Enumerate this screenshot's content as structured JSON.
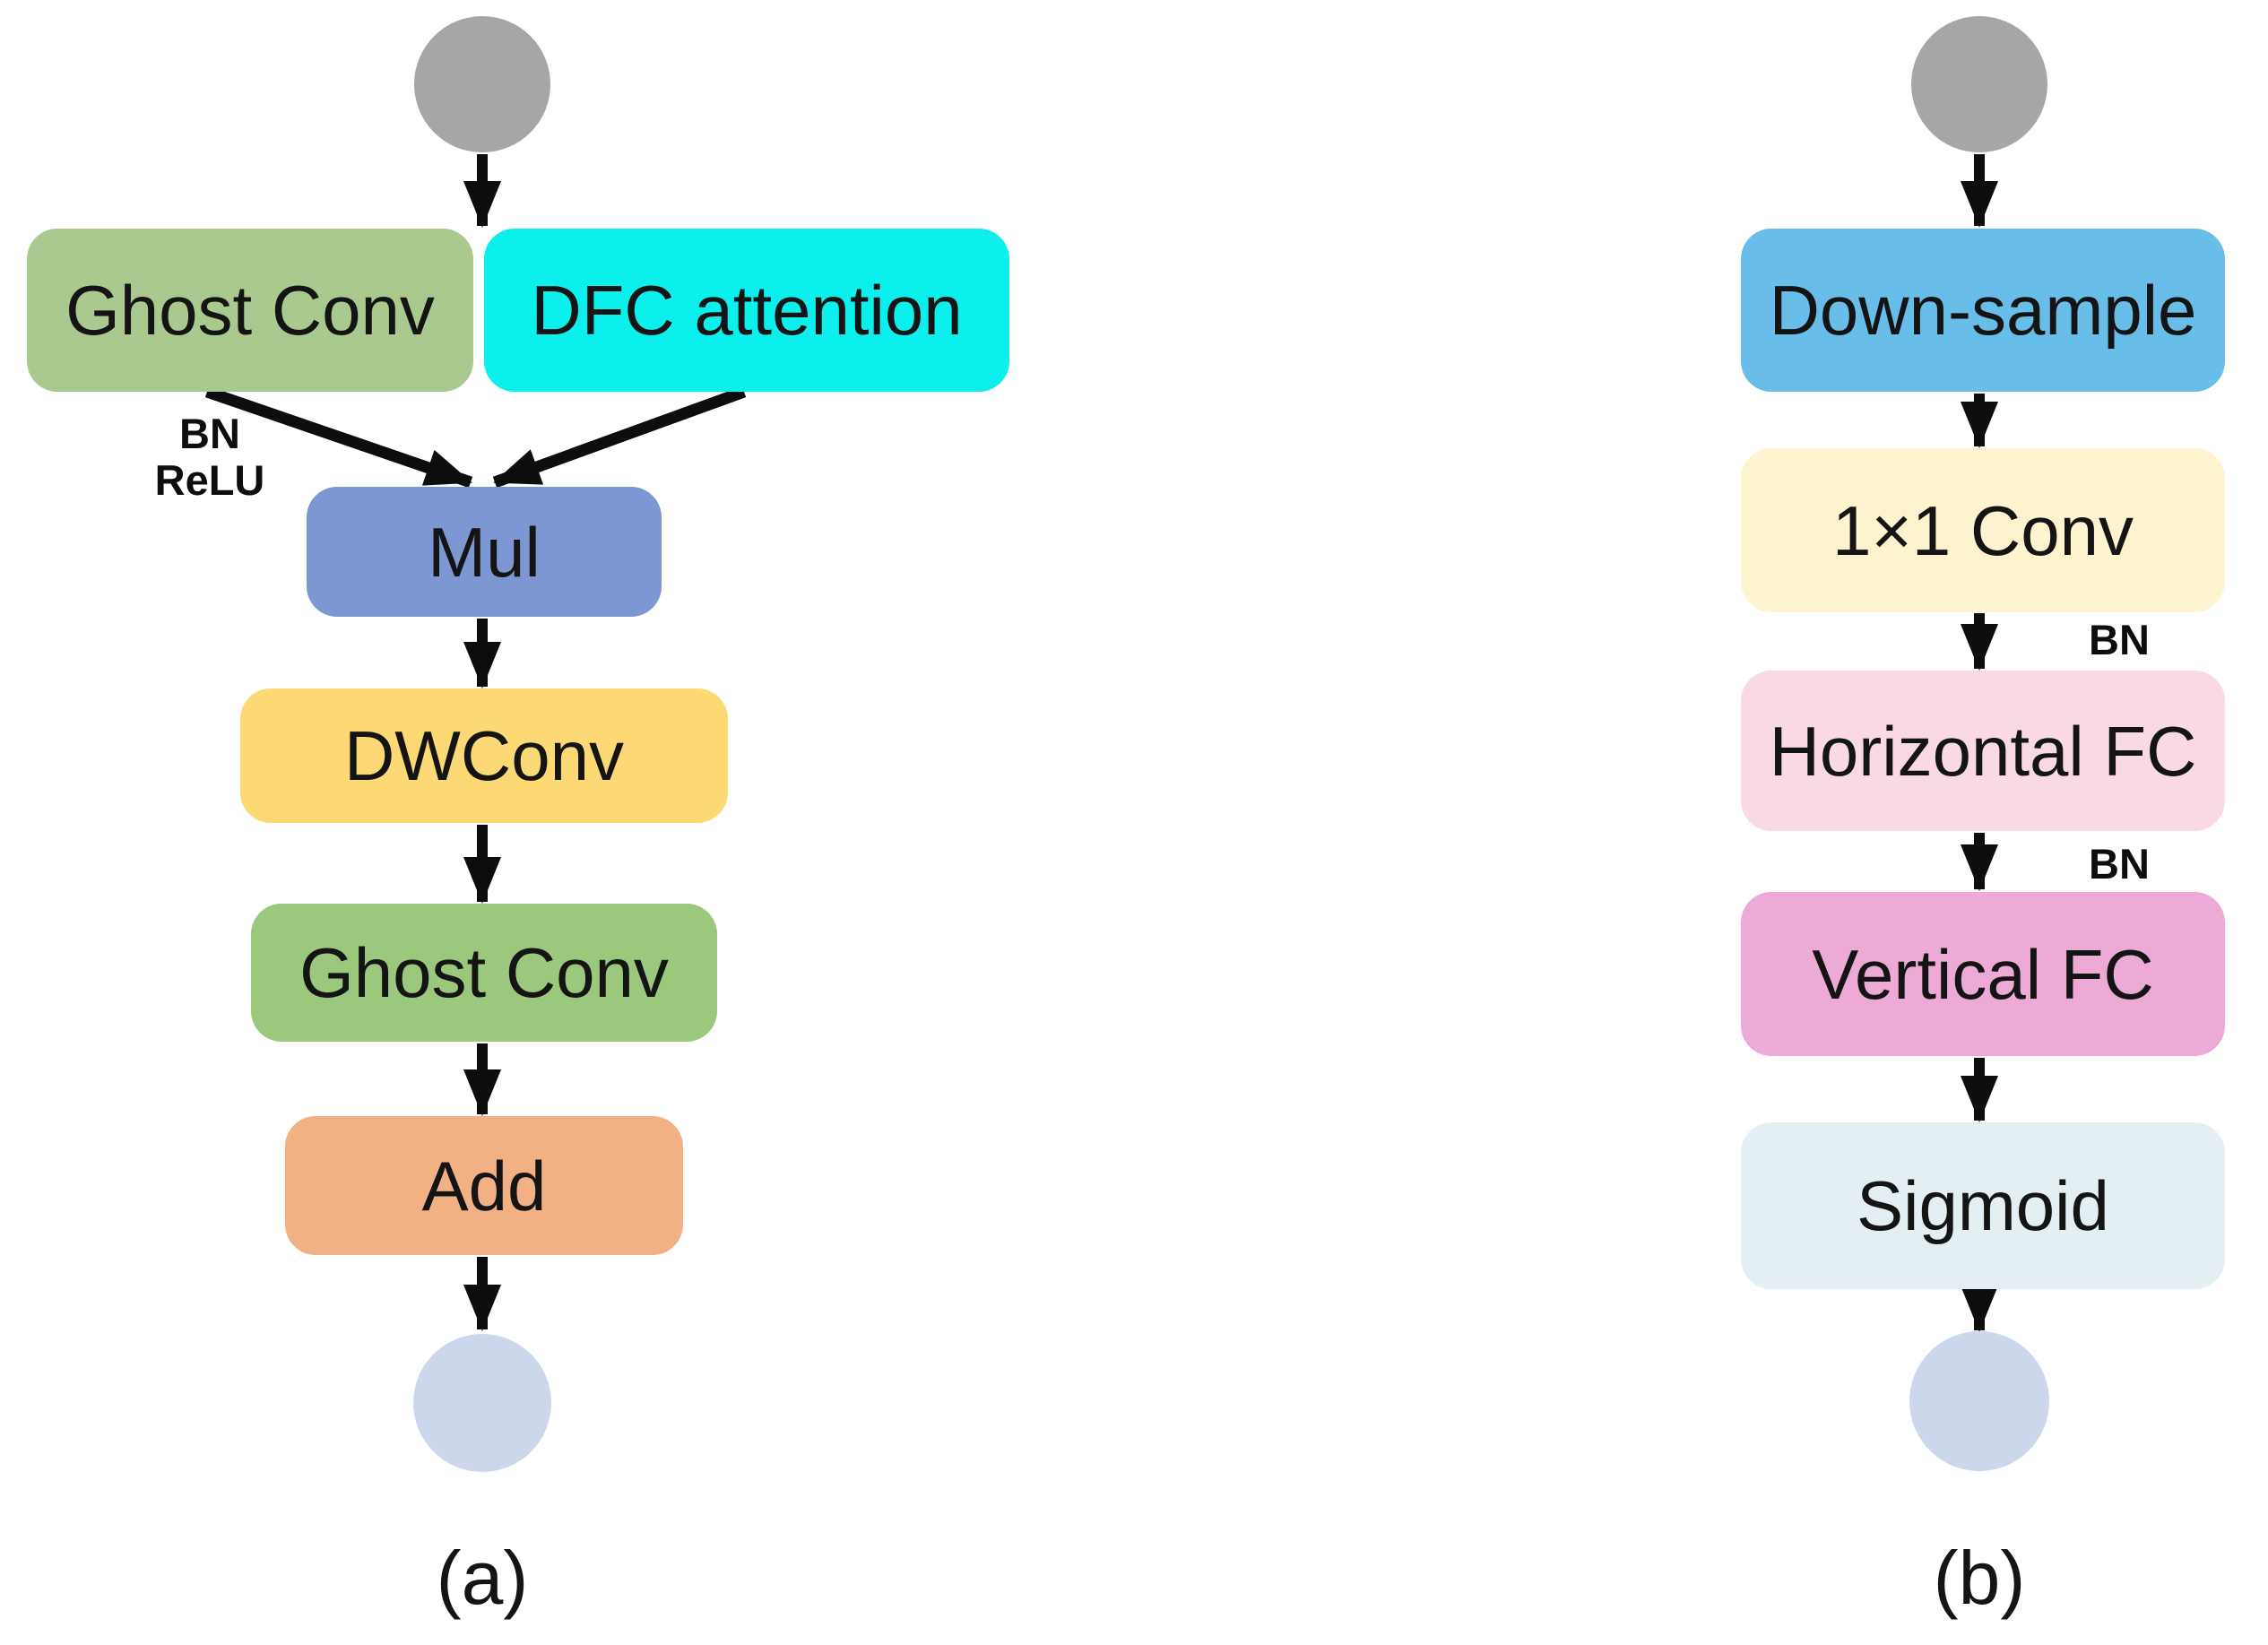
{
  "panel_a": {
    "caption": "(a)",
    "bn_relu_annotation": {
      "line1": "BN",
      "line2": "ReLU"
    },
    "nodes": {
      "ghost_conv_top": "Ghost Conv",
      "dfc_attention": "DFC attention",
      "mul": "Mul",
      "dwconv": "DWConv",
      "ghost_conv_bottom": "Ghost Conv",
      "add": "Add"
    }
  },
  "panel_b": {
    "caption": "(b)",
    "bn_annotation_1": "BN",
    "bn_annotation_2": "BN",
    "nodes": {
      "down_sample": "Down-sample",
      "conv_1x1": "1×1 Conv",
      "horizontal_fc": "Horizontal FC",
      "vertical_fc": "Vertical FC",
      "sigmoid": "Sigmoid"
    }
  },
  "colors": {
    "input_circle": "#a6a6a6",
    "output_circle": "#ccd7ec",
    "ghost_conv_top": "#a9c98f",
    "dfc_attention": "#0bf0ec",
    "mul": "#7d97d3",
    "dwconv": "#fcd974",
    "ghost_conv_bottom": "#9cc87e",
    "add": "#f1b184",
    "down_sample": "#68bde9",
    "conv_1x1": "#fdf3cf",
    "horizontal_fc": "#f9d9e6",
    "vertical_fc": "#eeaad6",
    "sigmoid": "#e4eff3",
    "arrow": "#0d0d0d",
    "text": "#141414"
  }
}
